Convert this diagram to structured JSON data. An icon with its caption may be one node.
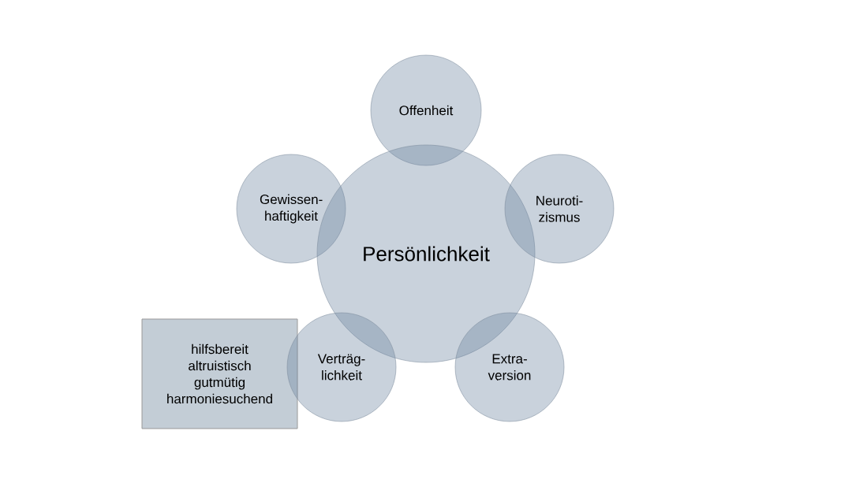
{
  "diagram": {
    "nodes": [
      {
        "text": [
          "Offenheit"
        ]
      },
      {
        "text": [
          "Gewissen- haftigkeit"
        ]
      },
      {
        "text": [
          "Persönlichkeit"
        ]
      },
      {
        "text": [
          "Neuroti- zismus"
        ]
      },
      {
        "text": [
          "hilfsbereit",
          "altruistisch",
          "gutmütig",
          "harmoniesuchend"
        ]
      },
      {
        "text": [
          "Verträg- lichkeit"
        ]
      },
      {
        "text": [
          "Extra- version"
        ]
      }
    ]
  }
}
